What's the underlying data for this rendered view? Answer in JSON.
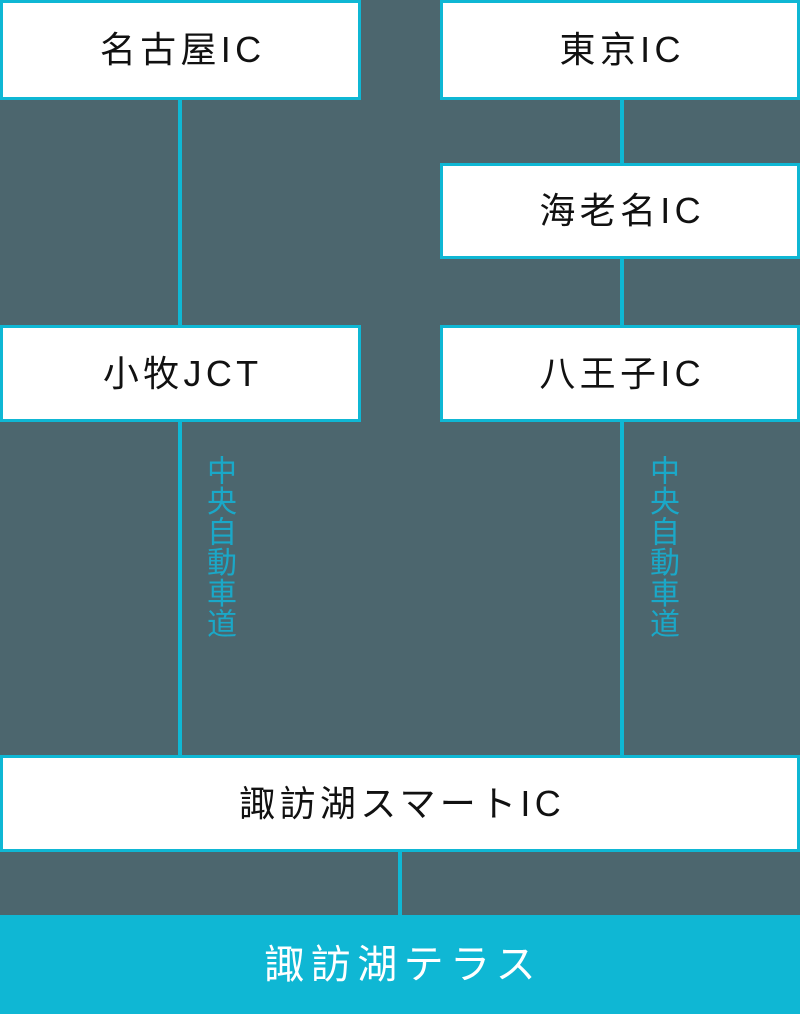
{
  "diagram": {
    "type": "access-route-flow",
    "colors": {
      "background": "#4c666e",
      "accent": "#0fb7d4",
      "box_fill": "#ffffff",
      "box_text": "#111111",
      "route_text": "#1aa8c8",
      "destination_text": "#ffffff"
    },
    "nodes": [
      {
        "id": "nagoya",
        "label": "名古屋IC"
      },
      {
        "id": "tokyo",
        "label": "東京IC"
      },
      {
        "id": "ebina",
        "label": "海老名IC"
      },
      {
        "id": "komaki",
        "label": "小牧JCT"
      },
      {
        "id": "hachioji",
        "label": "八王子IC"
      },
      {
        "id": "suwako",
        "label": "諏訪湖スマートIC"
      }
    ],
    "routes": [
      {
        "id": "route-left",
        "label": "中央自動車道"
      },
      {
        "id": "route-right",
        "label": "中央自動車道"
      }
    ],
    "destination": {
      "label": "諏訪湖テラス"
    }
  }
}
